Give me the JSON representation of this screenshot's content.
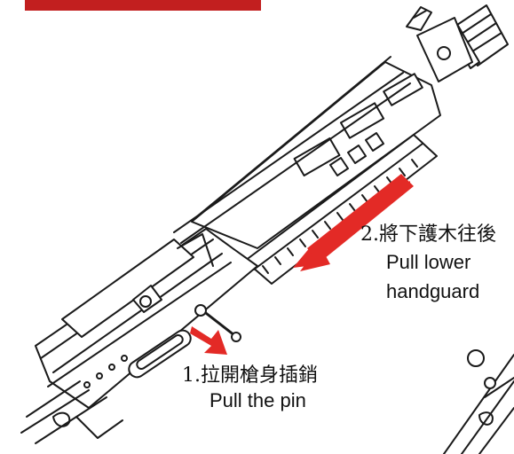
{
  "colors": {
    "banner": "#c21f1f",
    "arrow": "#e32a26",
    "line": "#1a1a1a",
    "background": "#ffffff"
  },
  "steps": [
    {
      "zh": "1.拉開槍身插銷",
      "en": [
        "Pull the pin"
      ]
    },
    {
      "zh": "2.將下護木往後",
      "en": [
        "Pull lower",
        "handguard"
      ]
    }
  ]
}
